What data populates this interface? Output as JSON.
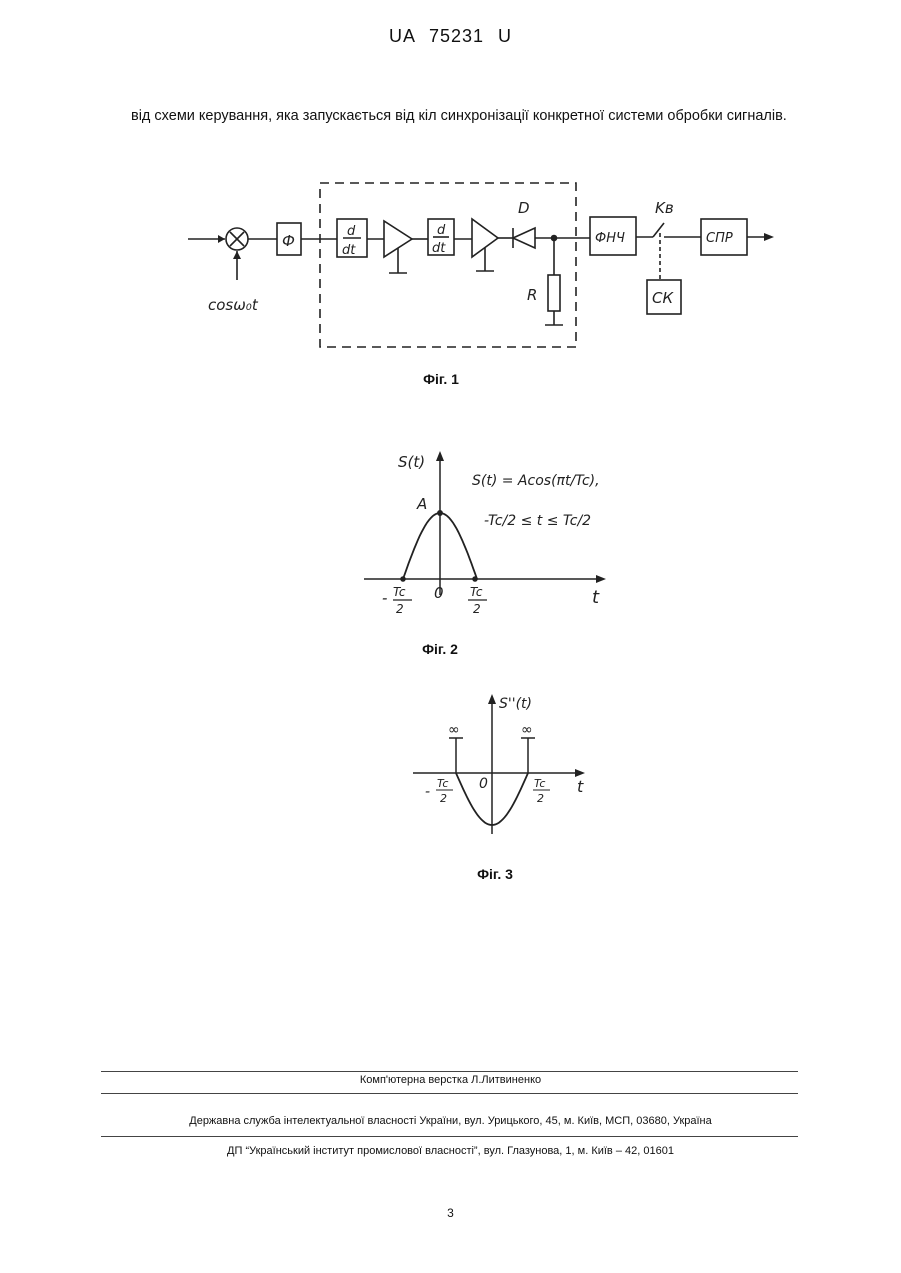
{
  "header": {
    "doc_number": "UA   75231   U"
  },
  "body": {
    "paragraph": "від схеми керування, яка запускається від кіл синхронізації конкретної системи обробки сигналів."
  },
  "fig1": {
    "caption": "Фіг. 1",
    "labels": {
      "phi": "Ф",
      "diff1_num": "d",
      "diff1_den": "dt",
      "diff2_num": "d",
      "diff2_den": "dt",
      "diode": "D",
      "resistor": "R",
      "lpf": "ФНЧ",
      "switch": "Kв",
      "sk": "СК",
      "spr": "СПР",
      "carrier": "cosω₀t",
      "mixer": "×"
    }
  },
  "fig2": {
    "caption": "Фіг. 2",
    "y_label": "S(t)",
    "x_label": "t",
    "peak_label": "A",
    "origin": "0",
    "left_tick_num": "Tc",
    "left_tick_den": "2",
    "left_tick_sign": "-",
    "right_tick_num": "Tc",
    "right_tick_den": "2",
    "formula_line1": "S(t) = Acos(πt/Tc),",
    "formula_line2": "-Tc/2 ≤ t ≤ Tc/2"
  },
  "fig3": {
    "caption": "Фіг. 3",
    "y_label": "S''(t)",
    "x_label": "t",
    "origin": "0",
    "infinity_left": "∞",
    "infinity_right": "∞",
    "left_tick_num": "Tc",
    "left_tick_den": "2",
    "left_tick_sign": "-",
    "right_tick_num": "Tc",
    "right_tick_den": "2"
  },
  "footer": {
    "layout_credit": "Комп'ютерна верстка Л.Литвиненко",
    "agency": "Державна служба інтелектуальної власності України, вул. Урицького, 45, м. Київ, МСП, 03680, Україна",
    "institute": "ДП “Український інститут промислової власності”, вул. Глазунова, 1, м. Київ – 42, 01601",
    "page_number": "3"
  }
}
